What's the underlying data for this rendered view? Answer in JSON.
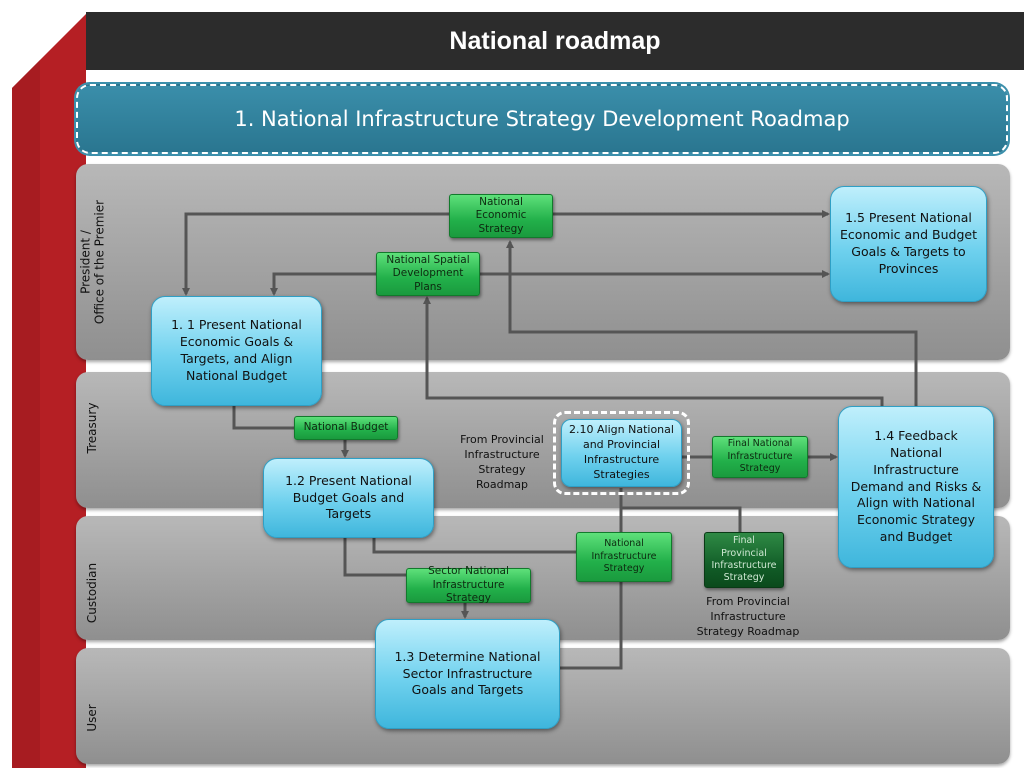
{
  "header": {
    "title": "National roadmap",
    "subtitle": "1. National Infrastructure Strategy Development Roadmap"
  },
  "lanes": [
    {
      "id": "premier",
      "label_line1": "President /",
      "label_line2": "Office of the Premier"
    },
    {
      "id": "treasury",
      "label": "Treasury"
    },
    {
      "id": "custodian",
      "label": "Custodian"
    },
    {
      "id": "user",
      "label": "User"
    }
  ],
  "process_steps": {
    "step_1_1": "1. 1 Present National Economic Goals & Targets, and Align National Budget",
    "step_1_2": "1.2 Present National Budget Goals and Targets",
    "step_1_3": "1.3 Determine National Sector Infrastructure  Goals and Targets",
    "step_1_4": "1.4 Feedback National Infrastructure Demand and Risks & Align with National Economic Strategy and Budget",
    "step_1_5": "1.5 Present National Economic and Budget Goals & Targets to Provinces",
    "step_2_10": "2.10 Align National and Provincial Infrastructure Strategies"
  },
  "documents": {
    "national_economic_strategy": "National Economic Strategy",
    "national_spatial_development_plans": "National Spatial Development Plans",
    "national_budget": "National Budget",
    "final_national_infrastructure_strategy": "Final National Infrastructure Strategy",
    "national_infrastructure_strategy": "National Infrastructure Strategy",
    "sector_national_infrastructure_strategy": "Sector National Infrastructure Strategy",
    "final_provincial_infrastructure_strategy": "Final Provincial Infrastructure Strategy"
  },
  "notes": {
    "from_provincial_left": "From Provincial Infrastructure Strategy Roadmap",
    "from_provincial_bottom": "From Provincial Infrastructure Strategy Roadmap"
  },
  "colors": {
    "accent_red": "#b51f24",
    "title_bar": "#2c2c2c",
    "subtitle_teal": "#2f7f9a",
    "process_blue": "#5ccbea",
    "document_green": "#22b04a",
    "connector_gray": "#555555"
  }
}
